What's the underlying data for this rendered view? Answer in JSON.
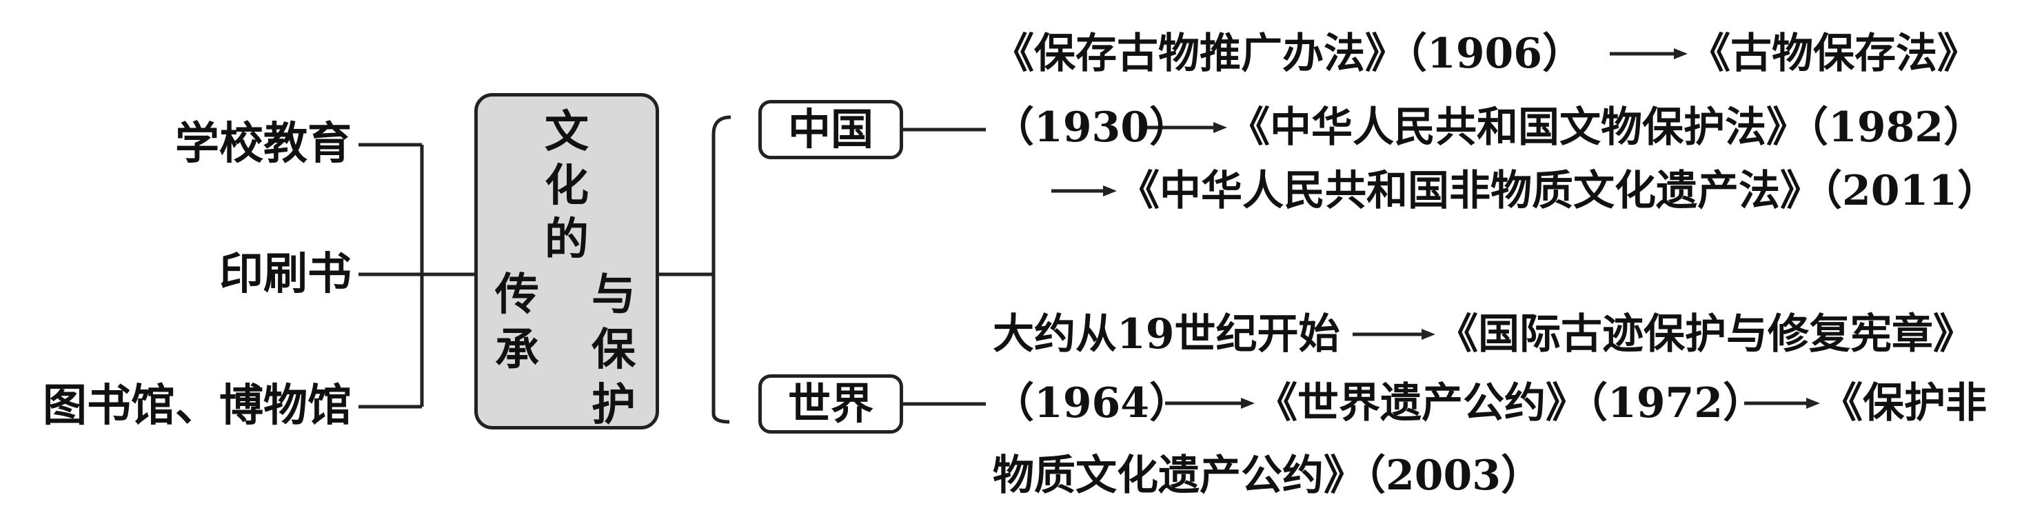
{
  "left": {
    "items": [
      "学校教育",
      "印刷书",
      "图书馆、博物馆"
    ]
  },
  "center": {
    "top_chars": [
      "文",
      "化",
      "的"
    ],
    "left_col": [
      "传",
      "承"
    ],
    "right_col": [
      "与",
      "保",
      "护"
    ]
  },
  "right": {
    "china": {
      "label": "中国",
      "lines": [
        "《保存古物推广办法》（1906）",
        "《古物保存法》",
        "（1930）",
        "《中华人民共和国文物保护法》（1982）",
        "《中华人民共和国非物质文化遗产法》（2011）"
      ]
    },
    "world": {
      "label": "世界",
      "lines": [
        "大约从19世纪开始",
        "《国际古迹保护与修复宪章》",
        "（1964）",
        "《世界遗产公约》（1972）",
        "《保护非",
        "物质文化遗产公约》（2003）"
      ]
    }
  }
}
